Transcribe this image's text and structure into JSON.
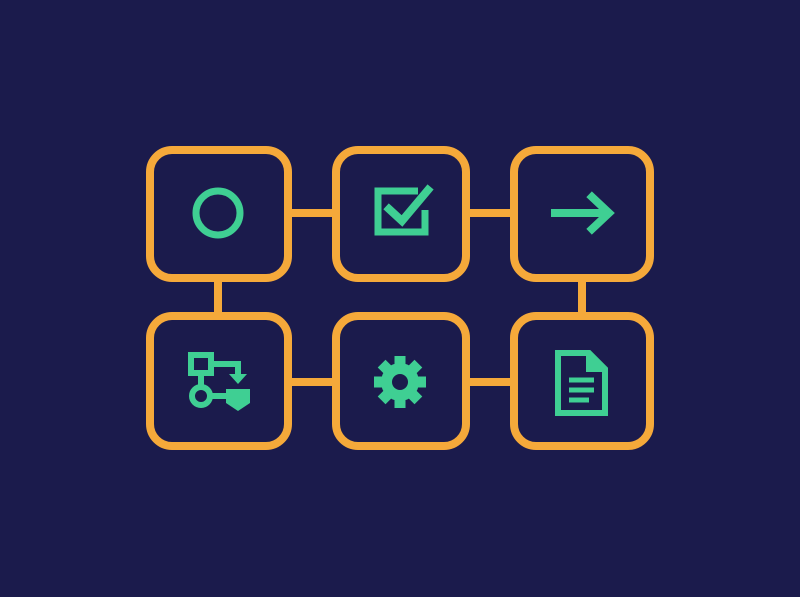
{
  "colors": {
    "background": "#1b1b4c",
    "box_stroke": "#f5a93a",
    "icon": "#3fcf93"
  },
  "nodes": [
    {
      "icon": "circle-icon",
      "row": 1,
      "col": 1
    },
    {
      "icon": "checkbox-icon",
      "row": 1,
      "col": 2
    },
    {
      "icon": "arrow-right-icon",
      "row": 1,
      "col": 3
    },
    {
      "icon": "workflow-branch-icon",
      "row": 2,
      "col": 1
    },
    {
      "icon": "gear-icon",
      "row": 2,
      "col": 2
    },
    {
      "icon": "document-icon",
      "row": 2,
      "col": 3
    }
  ],
  "connections": [
    {
      "from": "circle-icon",
      "to": "checkbox-icon"
    },
    {
      "from": "checkbox-icon",
      "to": "arrow-right-icon"
    },
    {
      "from": "arrow-right-icon",
      "to": "document-icon"
    },
    {
      "from": "circle-icon",
      "to": "workflow-branch-icon"
    },
    {
      "from": "workflow-branch-icon",
      "to": "gear-icon"
    },
    {
      "from": "gear-icon",
      "to": "document-icon"
    }
  ]
}
